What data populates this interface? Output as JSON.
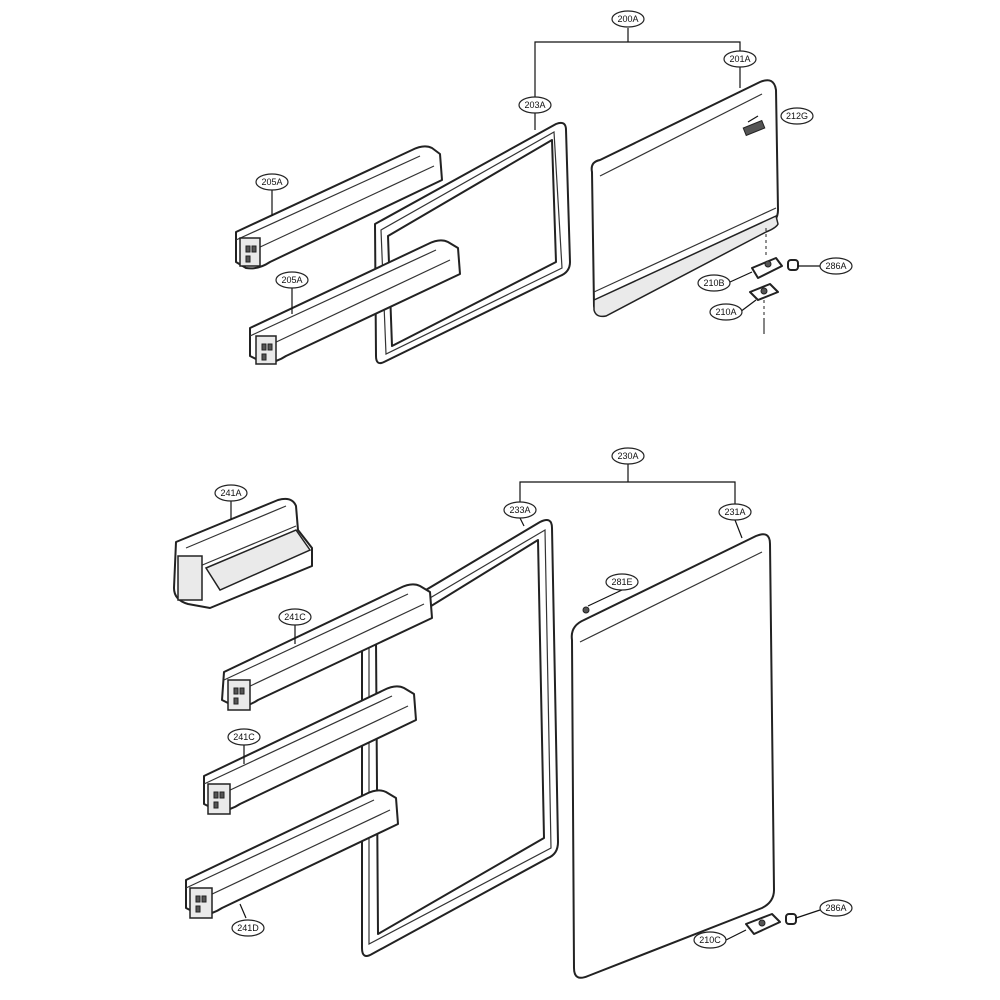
{
  "diagram": {
    "top_assembly": {
      "group_label": "200A",
      "door_label": "201A",
      "gasket_label": "203A",
      "badge_label": "212G",
      "basket_label": "205A",
      "basket_lower_label": "205A",
      "hinge_upper_label": "210B",
      "hinge_lower_label": "210A",
      "cap_label": "286A"
    },
    "bottom_assembly": {
      "group_label": "230A",
      "door_label": "231A",
      "gasket_label": "233A",
      "screw_label": "281E",
      "dairy_bin_label": "241A",
      "basket_1_label": "241C",
      "basket_2_label": "241C",
      "basket_3_label": "241D",
      "hinge_label": "210C",
      "cap_label": "286A"
    }
  }
}
